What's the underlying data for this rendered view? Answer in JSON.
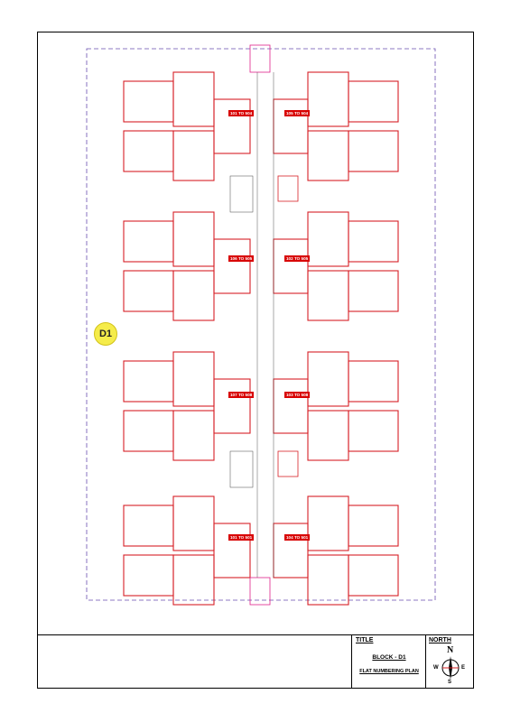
{
  "drawing": {
    "block_badge": "D1",
    "title_label": "TITLE",
    "block_name": "BLOCK - D1",
    "plan_name": "FLAT NUMBERING PLAN",
    "north_label": "NORTH",
    "compass": {
      "n": "N",
      "s": "S",
      "e": "E",
      "w": "W"
    }
  },
  "flat_labels": [
    "101 TO 504",
    "105 TO 504",
    "106 TO 505",
    "102 TO 505",
    "107 TO 508",
    "103 TO 508",
    "101 TO 501",
    "104 TO 501"
  ],
  "colors": {
    "wall": "#d72026",
    "stair": "#e0218a",
    "badge": "#f5ec4a",
    "frame": "#000000"
  }
}
